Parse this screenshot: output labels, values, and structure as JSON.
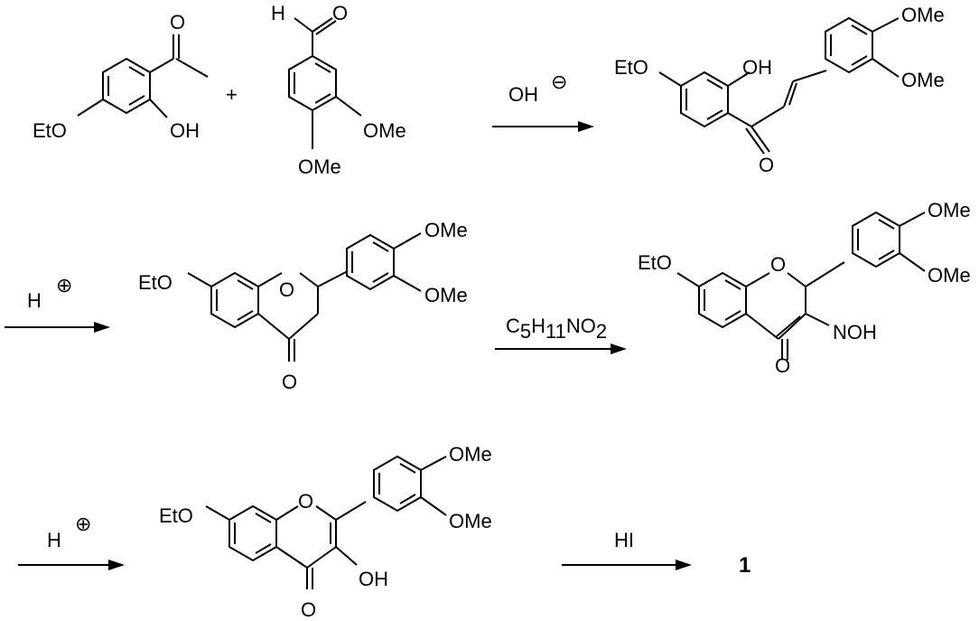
{
  "labels": {
    "c1_oet": "EtO",
    "c1_oh": "OH",
    "plus": "+",
    "c2_aldehyde_h": "H",
    "c2_aldehyde_o": "O",
    "c2_ome_3": "OMe",
    "c2_ome_4": "OMe",
    "c3_oet": "EtO",
    "c3_oh": "OH",
    "c3_ome_top": "OMe",
    "c3_ome_bottom": "OMe",
    "c3_ketone_o": "O",
    "c4_oet": "EtO",
    "c4_ring_o": "O",
    "c4_ome_top": "OMe",
    "c4_ome_bottom": "OMe",
    "c4_ketone_o": "O",
    "c5_oet": "EtO",
    "c5_ring_o": "O",
    "c5_ome_top": "OMe",
    "c5_ome_bottom": "OMe",
    "c5_ketone_o": "O",
    "c5_noh": "NOH",
    "c6_oet": "EtO",
    "c6_ring_o": "O",
    "c6_ome_top": "OMe",
    "c6_ome_bottom": "OMe",
    "c6_ketone_o": "O",
    "c6_oh": "OH",
    "product": "1"
  },
  "reagents": {
    "step1": "OH",
    "step1_charge": "⊖",
    "step2": "H",
    "step2_charge": "⊕",
    "step3_c": "C",
    "step3_c_sub": "5",
    "step3_h": "H",
    "step3_h_sub": "11",
    "step3_no": "NO",
    "step3_no_sub": "2",
    "step4": "H",
    "step4_charge": "⊕",
    "step5": "HI"
  }
}
